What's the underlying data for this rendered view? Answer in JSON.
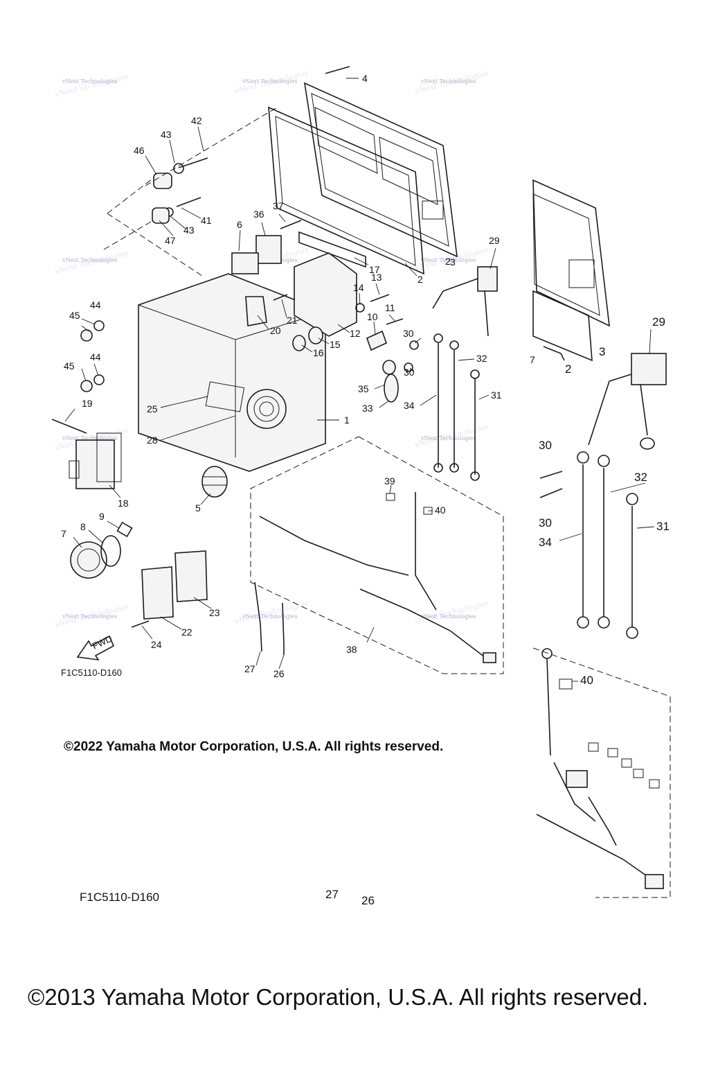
{
  "diagram": {
    "reference_code_main": "F1C5110-D160",
    "reference_code_inset": "F1C5110-D160",
    "fwd_label": "FWD",
    "watermark": "vNext Technologies",
    "copyright_2022": "©2022 Yamaha Motor Corporation, U.S.A. All rights reserved.",
    "copyright_2013": "©2013 Yamaha Motor Corporation, U.S.A. All rights reserved."
  },
  "callouts_main": [
    {
      "n": "1"
    },
    {
      "n": "2"
    },
    {
      "n": "2"
    },
    {
      "n": "3"
    },
    {
      "n": "4"
    },
    {
      "n": "5"
    },
    {
      "n": "6"
    },
    {
      "n": "7"
    },
    {
      "n": "8"
    },
    {
      "n": "9"
    },
    {
      "n": "10"
    },
    {
      "n": "11"
    },
    {
      "n": "12"
    },
    {
      "n": "13"
    },
    {
      "n": "14"
    },
    {
      "n": "15"
    },
    {
      "n": "16"
    },
    {
      "n": "17"
    },
    {
      "n": "18"
    },
    {
      "n": "19"
    },
    {
      "n": "20"
    },
    {
      "n": "21"
    },
    {
      "n": "22"
    },
    {
      "n": "23"
    },
    {
      "n": "24"
    },
    {
      "n": "25"
    },
    {
      "n": "26"
    },
    {
      "n": "27"
    },
    {
      "n": "28"
    },
    {
      "n": "29"
    },
    {
      "n": "30"
    },
    {
      "n": "30"
    },
    {
      "n": "31"
    },
    {
      "n": "32"
    },
    {
      "n": "33"
    },
    {
      "n": "34"
    },
    {
      "n": "35"
    },
    {
      "n": "36"
    },
    {
      "n": "37"
    },
    {
      "n": "38"
    },
    {
      "n": "39"
    },
    {
      "n": "40"
    },
    {
      "n": "41"
    },
    {
      "n": "42"
    },
    {
      "n": "43"
    },
    {
      "n": "43"
    },
    {
      "n": "44"
    },
    {
      "n": "44"
    },
    {
      "n": "45"
    },
    {
      "n": "45"
    },
    {
      "n": "46"
    },
    {
      "n": "47"
    }
  ],
  "callouts_inset": [
    {
      "n": "29"
    },
    {
      "n": "3"
    },
    {
      "n": "2"
    },
    {
      "n": "7"
    },
    {
      "n": "30"
    },
    {
      "n": "32"
    },
    {
      "n": "30"
    },
    {
      "n": "31"
    },
    {
      "n": "34"
    },
    {
      "n": "40"
    },
    {
      "n": "27"
    },
    {
      "n": "26"
    }
  ]
}
